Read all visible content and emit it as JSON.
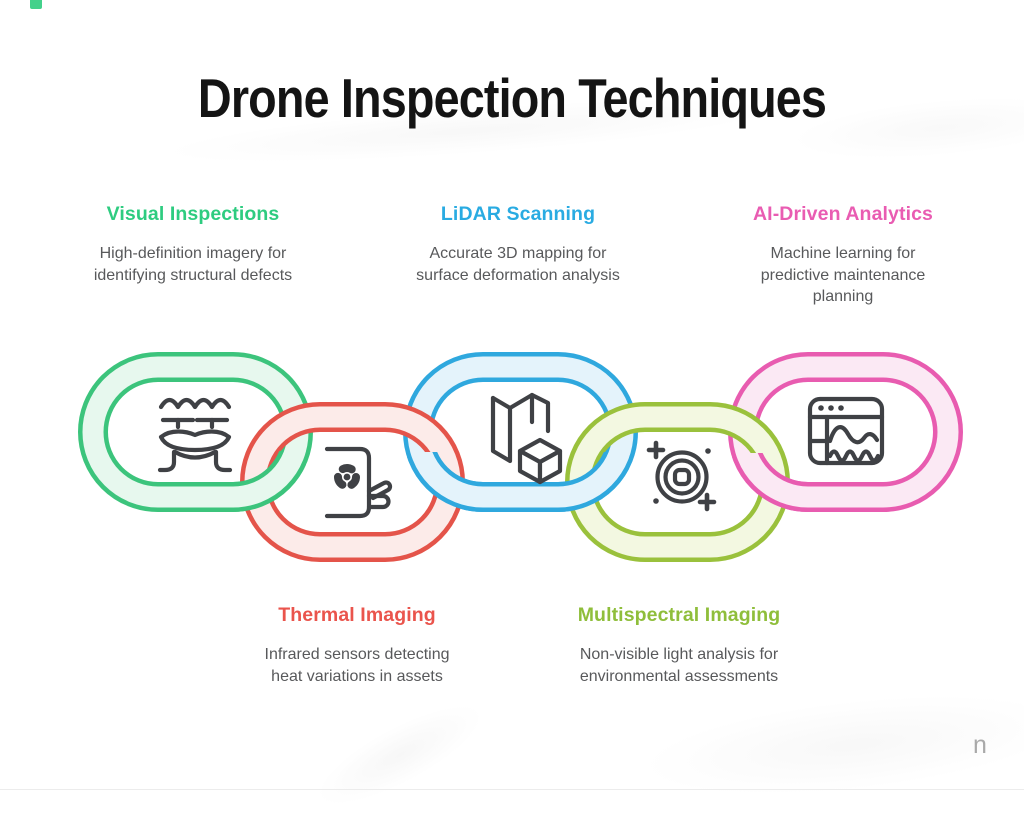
{
  "page": {
    "title": "Drone Inspection Techniques",
    "watermark": "n",
    "title_color": "#141414",
    "body_text_color": "#58595b",
    "icon_stroke": "#3f4145"
  },
  "techniques": [
    {
      "label": "Visual Inspections",
      "description": "High-definition imagery for identifying structural defects",
      "accent": "#2ecc80",
      "link_edge": "#3cc47c",
      "link_fill": "#e7f8ee",
      "icon": "drone-icon",
      "row": "top"
    },
    {
      "label": "Thermal Imaging",
      "description": "Infrared sensors detecting heat variations in assets",
      "accent": "#ea544c",
      "link_edge": "#e4544a",
      "link_fill": "#fcebe9",
      "icon": "radiation-sensor-icon",
      "row": "bottom"
    },
    {
      "label": "LiDAR Scanning",
      "description": "Accurate 3D mapping for surface deformation analysis",
      "accent": "#29abe2",
      "link_edge": "#2fa8de",
      "link_fill": "#e4f3fb",
      "icon": "map-3d-cube-icon",
      "row": "top"
    },
    {
      "label": "Multispectral Imaging",
      "description": "Non-visible light analysis for environmental assessments",
      "accent": "#8fbe3b",
      "link_edge": "#9ac13c",
      "link_fill": "#f3f8e1",
      "icon": "lens-target-icon",
      "row": "bottom"
    },
    {
      "label": "AI-Driven Analytics",
      "description": "Machine learning for predictive maintenance planning",
      "accent": "#e95cb2",
      "link_edge": "#e85cb0",
      "link_fill": "#fbe9f4",
      "icon": "analytics-window-icon",
      "row": "top"
    }
  ]
}
